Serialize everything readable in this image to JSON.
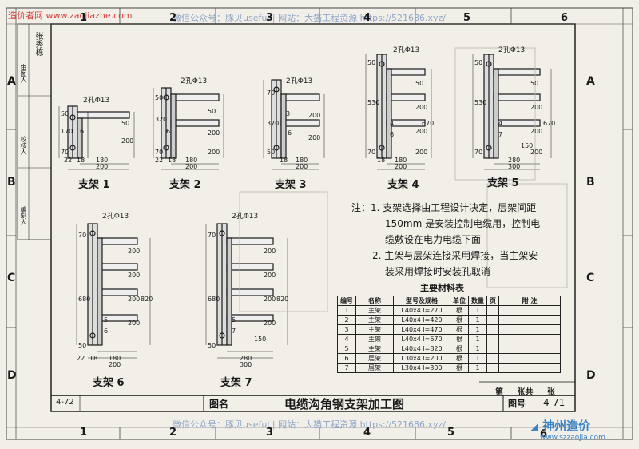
{
  "watermark_top_left": "造价者网 www.zaojiazhe.com",
  "watermark_center": "微信公众号：豚贝useful | 网站：大猫工程资源 https://521686.xyz/",
  "grid_numbers_top": [
    "1",
    "2",
    "3",
    "4",
    "5",
    "6"
  ],
  "grid_numbers_bottom": [
    "1",
    "2",
    "3",
    "4",
    "5",
    "6"
  ],
  "grid_letters": [
    "A",
    "B",
    "C",
    "D"
  ],
  "side_labels": [
    "审图人",
    "校核人",
    "编制人"
  ],
  "side_signature": "张秀栋",
  "hole_label": "2孔Φ13",
  "brackets": [
    {
      "name": "支架 1",
      "dims": [
        "50",
        "170",
        "70",
        "50",
        "200",
        "22",
        "18",
        "180",
        "200",
        "6"
      ]
    },
    {
      "name": "支架 2",
      "dims": [
        "50",
        "320",
        "70",
        "50",
        "200",
        "200",
        "22",
        "18",
        "180",
        "200",
        "6"
      ]
    },
    {
      "name": "支架 3",
      "dims": [
        "70",
        "370",
        "50",
        "200",
        "200",
        "18",
        "180",
        "200",
        "6",
        "3"
      ]
    },
    {
      "name": "支架 4",
      "dims": [
        "50",
        "530",
        "70",
        "50",
        "200",
        "200",
        "200",
        "670",
        "18",
        "180",
        "200",
        "4",
        "6"
      ]
    },
    {
      "name": "支架 5",
      "dims": [
        "50",
        "530",
        "70",
        "50",
        "200",
        "200",
        "200",
        "670",
        "150",
        "280",
        "300",
        "4",
        "7"
      ]
    },
    {
      "name": "支架 6",
      "dims": [
        "70",
        "680",
        "50",
        "200",
        "200",
        "200",
        "200",
        "820",
        "22",
        "18",
        "180",
        "200",
        "5",
        "6"
      ]
    },
    {
      "name": "支架 7",
      "dims": [
        "70",
        "680",
        "50",
        "200",
        "200",
        "200",
        "200",
        "820",
        "150",
        "280",
        "300",
        "5",
        "7"
      ]
    }
  ],
  "notes": {
    "prefix": "注：",
    "lines": [
      "1. 支架选择由工程设计决定，层架间距",
      "150mm 是安装控制电缆用，控制电",
      "缆敷设在电力电缆下面",
      "2. 主架与层架连接采用焊接，当主架安",
      "装采用焊接时安装孔取消"
    ]
  },
  "table": {
    "title": "主要材料表",
    "headers": [
      "编号",
      "名称",
      "型号及规格",
      "单位",
      "数量",
      "页",
      "附 注"
    ],
    "rows": [
      [
        "1",
        "主架",
        "L40x4 l=270",
        "根",
        "1",
        "",
        ""
      ],
      [
        "2",
        "主架",
        "L40x4 l=420",
        "根",
        "1",
        "",
        ""
      ],
      [
        "3",
        "主架",
        "L40x4 l=470",
        "根",
        "1",
        "",
        ""
      ],
      [
        "4",
        "主架",
        "L40x4 l=670",
        "根",
        "1",
        "",
        ""
      ],
      [
        "5",
        "主架",
        "L40x4 l=820",
        "根",
        "1",
        "",
        ""
      ],
      [
        "6",
        "层架",
        "L30x4 l=200",
        "根",
        "1",
        "",
        ""
      ],
      [
        "7",
        "层架",
        "L30x4 l=300",
        "根",
        "1",
        "",
        ""
      ]
    ]
  },
  "sheet_info": {
    "prefix": "第",
    "mid": "张共",
    "suffix": "张"
  },
  "title_block": {
    "label": "图名",
    "title": "电缆沟角钢支架加工图",
    "num_label": "图号",
    "number": "4-71",
    "left_fragment": "4-72"
  },
  "brand": {
    "name": "神州造价",
    "url": "www.szzaojia.com"
  }
}
